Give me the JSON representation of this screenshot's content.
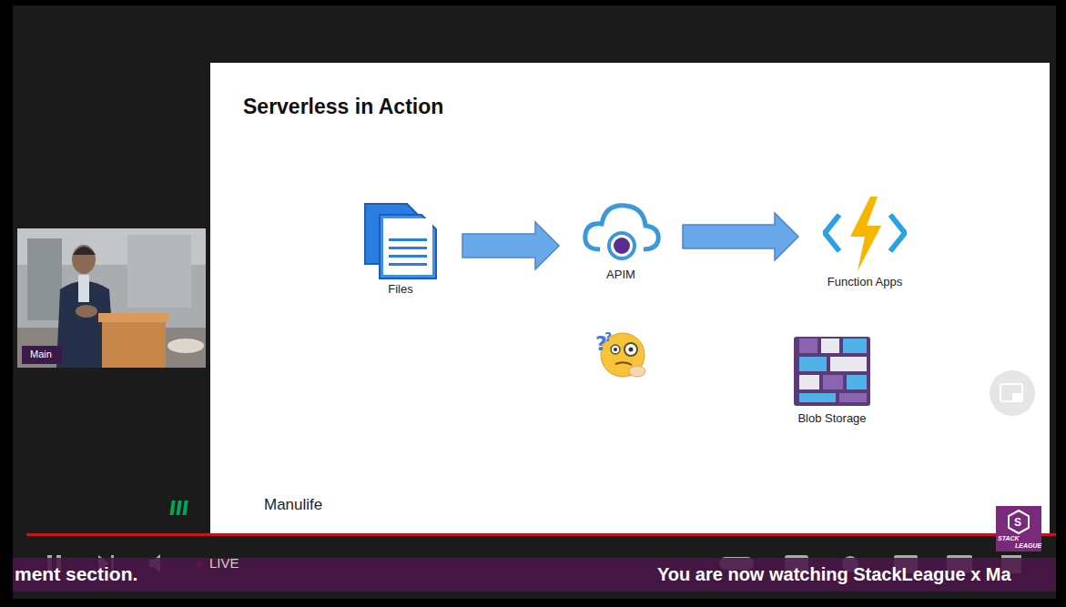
{
  "diagram": {
    "title": "Serverless in Action",
    "nodes": [
      {
        "text": [
          "Files"
        ]
      },
      {
        "text": [
          "APIM"
        ]
      },
      {
        "text": [
          "Function Apps"
        ]
      },
      {
        "text": [
          "Blob Storage"
        ]
      }
    ],
    "edges": [
      {
        "from": 0,
        "to": 1,
        "arrow": "to"
      },
      {
        "from": 1,
        "to": 2,
        "arrow": "to"
      }
    ],
    "labels": [
      "Manulife",
      "Main",
      "LIVE",
      "ment section.",
      "You are now watching StackLeague x Ma",
      "STACK",
      "LEAGUE"
    ]
  }
}
